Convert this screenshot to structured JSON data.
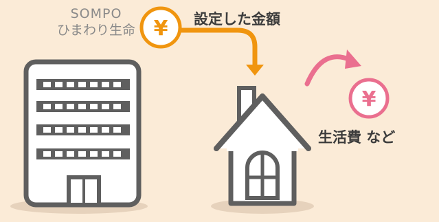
{
  "company": {
    "line1": "SOMPO",
    "line2": "ひまわり生命"
  },
  "flow": {
    "amount_label": "設定した金額",
    "living_label": "生活費 など",
    "payment_symbol": "¥",
    "expense_symbol": "¥"
  },
  "colors": {
    "background": "#fbebd7",
    "orange": "#f0950f",
    "pink": "#ea6f8f",
    "outline": "#5f5f5f"
  },
  "icons": [
    "building-icon",
    "yen-coin-icon",
    "arrow-icon",
    "house-icon"
  ]
}
